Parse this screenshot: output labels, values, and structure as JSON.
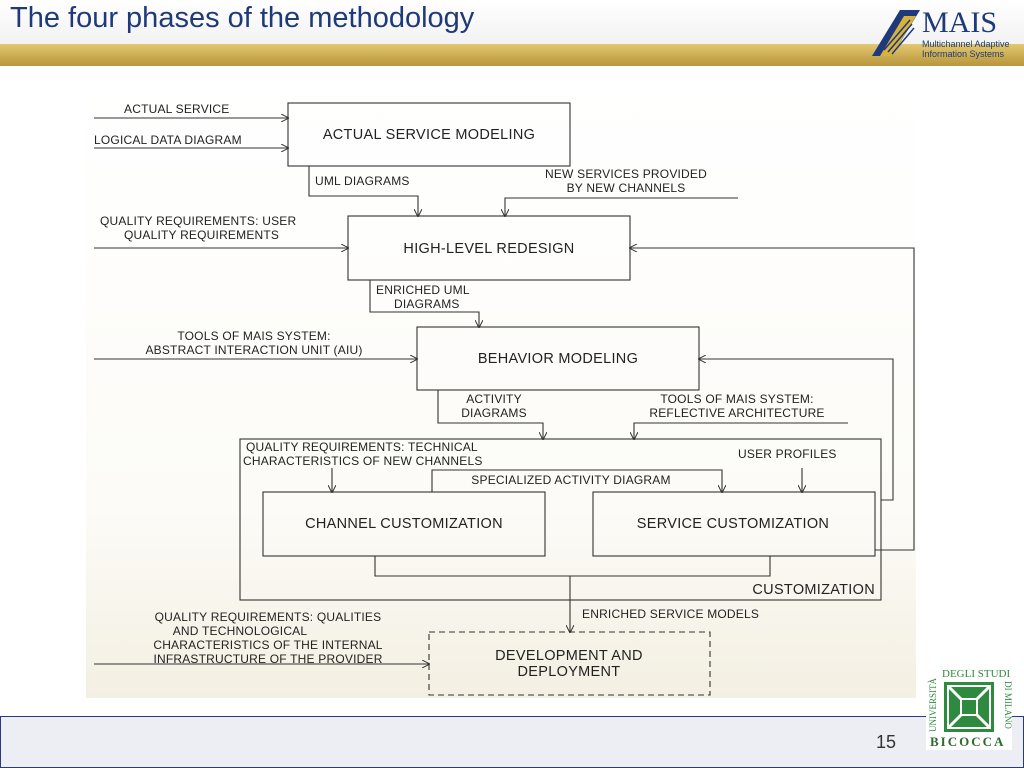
{
  "slide": {
    "title": "The four phases of the methodology",
    "page_number": "15"
  },
  "logo": {
    "word": "MAIS",
    "subtitle_line1": "Multichannel Adaptive",
    "subtitle_line2": "Information Systems"
  },
  "university_logo": {
    "top": "DEGLI STUDI",
    "left": "UNIVERSITÀ",
    "right": "DI MILANO",
    "bottom": "BICOCCA"
  },
  "colors": {
    "title": "#1f3a7a",
    "gold_band": "#c9a94e",
    "footer_border": "#2a3a7a",
    "university_green": "#2e8a3e"
  },
  "diagram": {
    "boxes": {
      "actual_service_modeling": "ACTUAL SERVICE MODELING",
      "high_level_redesign": "HIGH-LEVEL REDESIGN",
      "behavior_modeling": "BEHAVIOR MODELING",
      "channel_customization": "CHANNEL CUSTOMIZATION",
      "service_customization": "SERVICE CUSTOMIZATION",
      "customization": "CUSTOMIZATION",
      "development_line1": "DEVELOPMENT AND",
      "development_line2": "DEPLOYMENT"
    },
    "labels": {
      "actual_service": "ACTUAL SERVICE",
      "logical_data_diagram": "LOGICAL DATA DIAGRAM",
      "uml_diagrams": "UML DIAGRAMS",
      "new_services_line1": "NEW SERVICES PROVIDED",
      "new_services_line2": "BY NEW CHANNELS",
      "quality_user_line1": "QUALITY REQUIREMENTS: USER",
      "quality_user_line2": "QUALITY REQUIREMENTS",
      "enriched_uml_line1": "ENRICHED UML",
      "enriched_uml_line2": "DIAGRAMS",
      "tools_aiu_line1": "TOOLS OF MAIS SYSTEM:",
      "tools_aiu_line2": "ABSTRACT INTERACTION UNIT (AIU)",
      "activity_line1": "ACTIVITY",
      "activity_line2": "DIAGRAMS",
      "tools_reflective_line1": "TOOLS OF MAIS SYSTEM:",
      "tools_reflective_line2": "REFLECTIVE ARCHITECTURE",
      "quality_tech_line1": "QUALITY REQUIREMENTS: TECHNICAL",
      "quality_tech_line2": "CHARACTERISTICS OF NEW CHANNELS",
      "user_profiles": "USER PROFILES",
      "specialized_activity": "SPECIALIZED ACTIVITY DIAGRAM",
      "enriched_service_models": "ENRICHED SERVICE MODELS",
      "quality_infra_line1": "QUALITY REQUIREMENTS: QUALITIES",
      "quality_infra_line2": "AND TECHNOLOGICAL",
      "quality_infra_line3": "CHARACTERISTICS OF THE INTERNAL",
      "quality_infra_line4": "INFRASTRUCTURE OF THE PROVIDER"
    }
  }
}
